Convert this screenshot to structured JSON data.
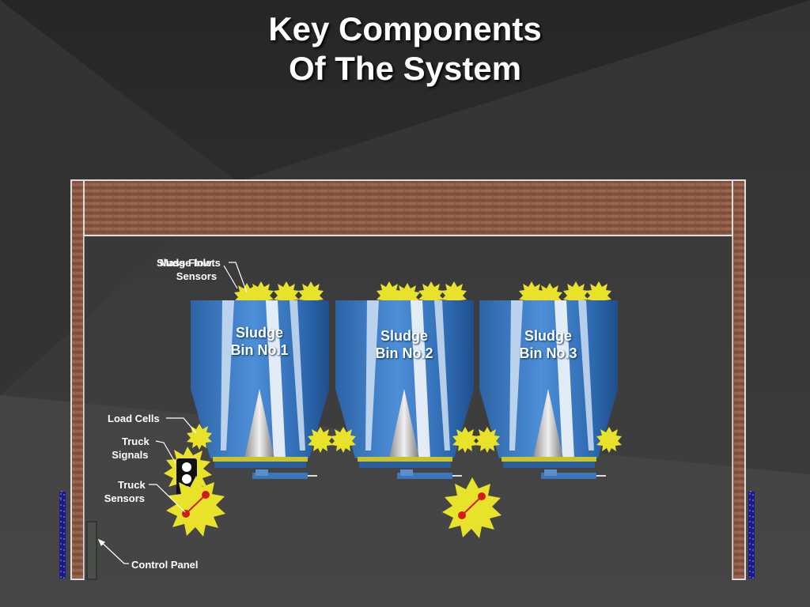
{
  "title": {
    "line1": "Key Components",
    "line2": "Of The System"
  },
  "labels": {
    "top_sensors": "Sludge Inlets",
    "top_sensors_line2": "Sensors",
    "top_sensors_overlap": "Mass Flow",
    "load_cells": "Load Cells",
    "truck_signals_line1": "Truck",
    "truck_signals_line2": "Signals",
    "truck_sensors_line1": "Truck",
    "truck_sensors_line2": "Sensors",
    "control_panel": "Control Panel"
  },
  "bins": [
    {
      "line1": "Sludge",
      "line2": "Bin No.1"
    },
    {
      "line1": "Sludge",
      "line2": "Bin No.2"
    },
    {
      "line1": "Sludge",
      "line2": "Bin No.3"
    }
  ],
  "colors": {
    "background": "#2b2b2b",
    "brick": "#8a5a44",
    "bin_blue": "#3f7fc6",
    "highlight_yellow": "#e8e22a",
    "sensor_red": "#d11b1b",
    "signal_light": "#ffffff"
  },
  "icons": [
    "traffic-signal-icon",
    "sensor-beam-icon",
    "load-cell-icon"
  ]
}
